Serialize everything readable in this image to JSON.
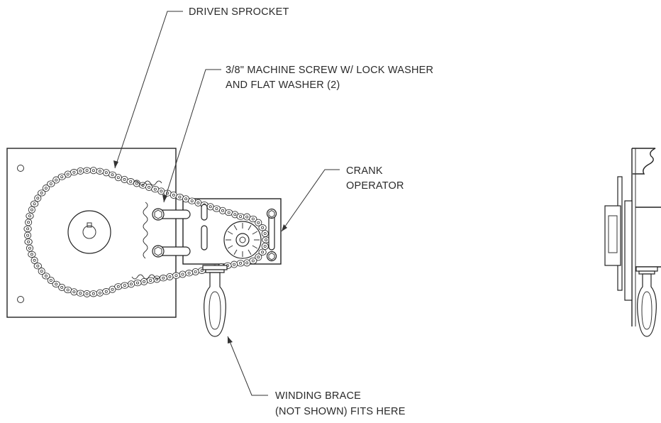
{
  "labels": {
    "driven_sprocket": "DRIVEN SPROCKET",
    "screw_line1": "3/8\" MACHINE SCREW W/ LOCK WASHER",
    "screw_line2": "AND FLAT WASHER (2)",
    "crank_line1": "CRANK",
    "crank_line2": "OPERATOR",
    "brace_line1": "WINDING BRACE",
    "brace_line2": "(NOT SHOWN) FITS HERE"
  },
  "colors": {
    "line": "#222222",
    "text": "#2a2a2a",
    "background": "#ffffff"
  }
}
